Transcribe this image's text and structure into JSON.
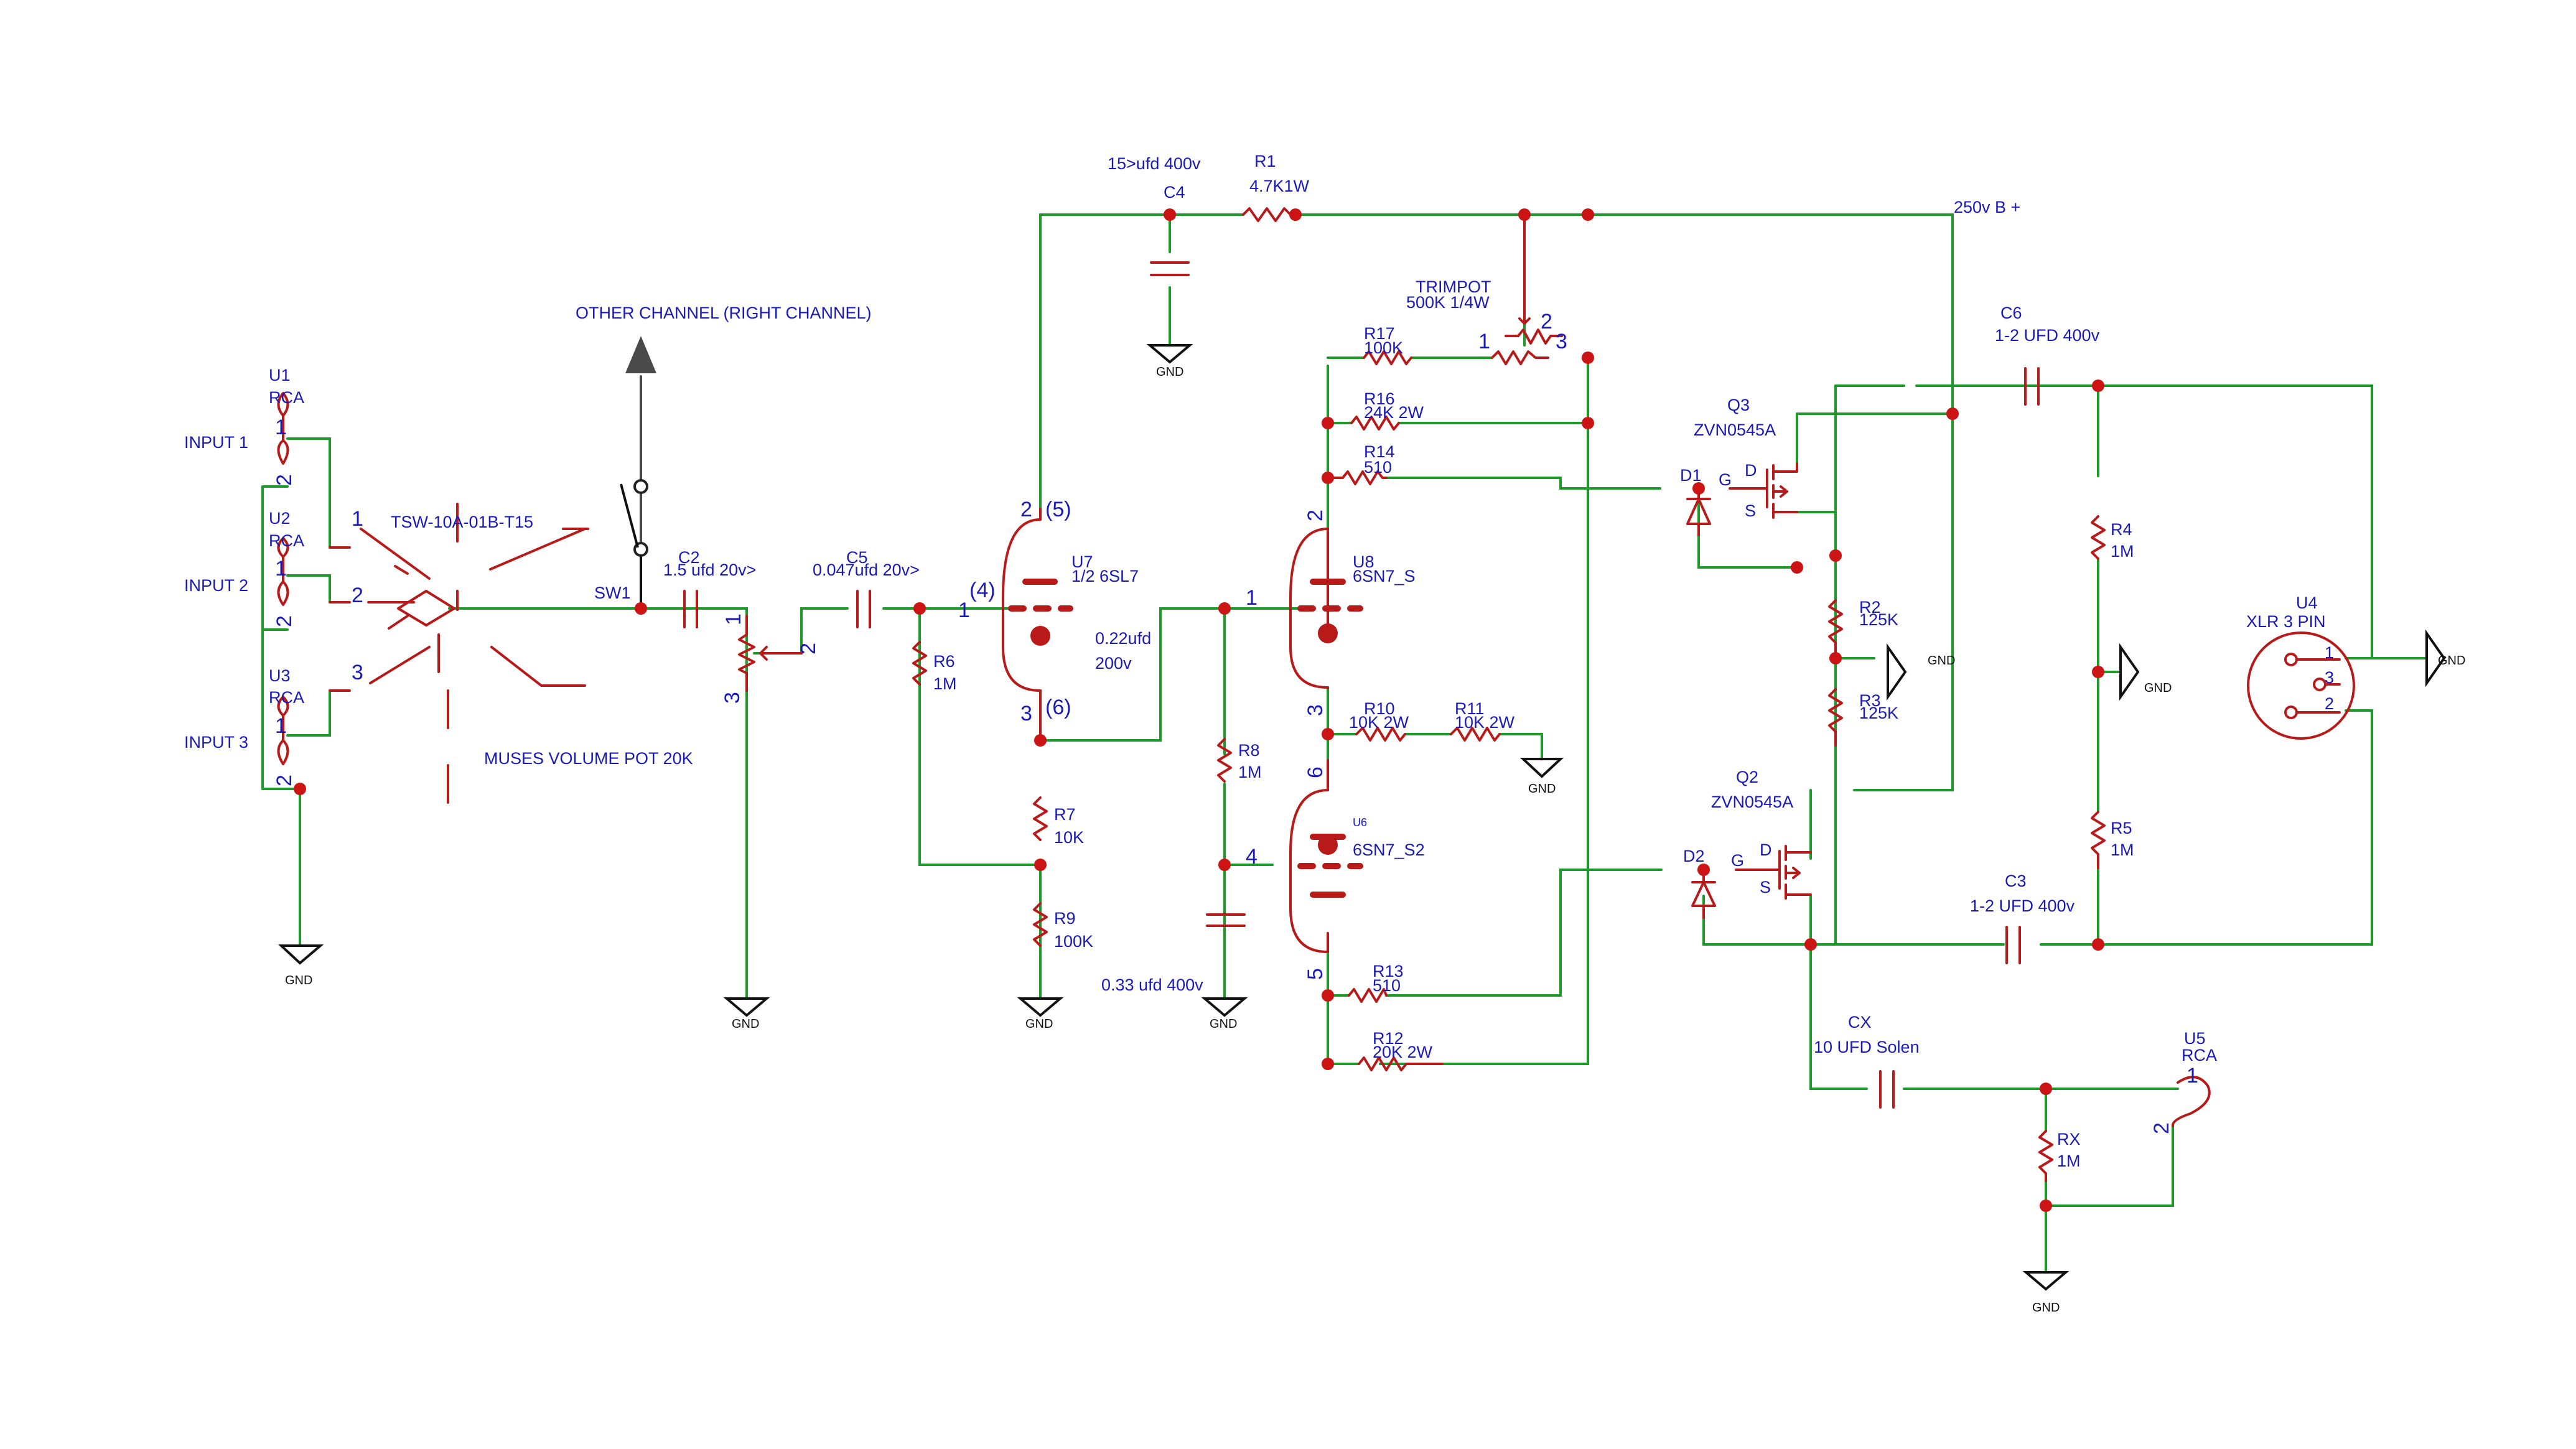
{
  "title_arrow": "OTHER CHANNEL (RIGHT CHANNEL)",
  "supply": "250v B +",
  "trimpot": {
    "name": "TRIMPOT",
    "value": "500K 1/4W",
    "pin1": "1",
    "pin2": "2",
    "pin3": "3"
  },
  "inputs": {
    "u1": {
      "ref": "U1",
      "type": "RCA",
      "label": "INPUT 1"
    },
    "u2": {
      "ref": "U2",
      "type": "RCA",
      "label": "INPUT 2"
    },
    "u3": {
      "ref": "U3",
      "type": "RCA",
      "label": "INPUT 3"
    },
    "pin1": "1",
    "pin2": "2"
  },
  "switch": {
    "part": "TSW-10A-01B-T15",
    "ref": "SW1",
    "pin1": "1",
    "pin2": "2",
    "pin3": "3"
  },
  "pot": {
    "label": "MUSES VOLUME POT 20K",
    "pin1": "1",
    "pin2": "2",
    "pin3": "3"
  },
  "caps": {
    "c2": {
      "ref": "C2",
      "value": "1.5 ufd 20v>"
    },
    "c5": {
      "ref": "C5",
      "value": "0.047ufd 20v>"
    },
    "c4": {
      "ref": "C4",
      "value": "15>ufd 400v"
    },
    "c6": {
      "ref": "C6",
      "value": "1-2 UFD 400v"
    },
    "c3": {
      "ref": "C3",
      "value": "1-2 UFD 400v"
    },
    "cx": {
      "ref": "CX",
      "value": "10 UFD Solen"
    },
    "coupling_value": "0.22ufd",
    "coupling_voltage": "200v",
    "bypass": "0.33 ufd 400v"
  },
  "resistors": {
    "r1": {
      "ref": "R1",
      "value": "4.7K1W"
    },
    "r17": {
      "ref": "R17",
      "value": "100K"
    },
    "r16": {
      "ref": "R16",
      "value": "24K 2W"
    },
    "r14": {
      "ref": "R14",
      "value": "510"
    },
    "r6": {
      "ref": "R6",
      "value": "1M"
    },
    "r7": {
      "ref": "R7",
      "value": "10K"
    },
    "r9": {
      "ref": "R9",
      "value": "100K"
    },
    "r8": {
      "ref": "R8",
      "value": "1M"
    },
    "r10": {
      "ref": "R10",
      "value": "10K 2W"
    },
    "r11": {
      "ref": "R11",
      "value": "10K 2W"
    },
    "r13": {
      "ref": "R13",
      "value": "510"
    },
    "r12": {
      "ref": "R12",
      "value": "20K 2W"
    },
    "r2": {
      "ref": "R2",
      "value": "125K"
    },
    "r3": {
      "ref": "R3",
      "value": "125K"
    },
    "r4": {
      "ref": "R4",
      "value": "1M"
    },
    "r5": {
      "ref": "R5",
      "value": "1M"
    },
    "rx": {
      "ref": "RX",
      "value": "1M"
    }
  },
  "tubes": {
    "u7": {
      "ref": "U7",
      "type": "1/2 6SL7",
      "pin5": "(5)",
      "pin4": "(4)",
      "pin6": "(6)",
      "n2": "2",
      "n1": "1",
      "n3": "3"
    },
    "u8": {
      "ref": "U8",
      "type": "6SN7_S",
      "n2": "2",
      "n1": "1",
      "n3": "3"
    },
    "u6": {
      "ref": "U6",
      "type": "6SN7_S2",
      "n6": "6",
      "n4": "4",
      "n5": "5"
    }
  },
  "mosfets": {
    "q3": {
      "ref": "Q3",
      "type": "ZVN0545A"
    },
    "q2": {
      "ref": "Q2",
      "type": "ZVN0545A"
    },
    "g": "G",
    "d": "D",
    "s": "S"
  },
  "diodes": {
    "d1": "D1",
    "d2": "D2"
  },
  "xlr": {
    "ref": "U4",
    "type": "XLR 3 PIN",
    "p1": "1",
    "p2": "2",
    "p3": "3"
  },
  "output_rca": {
    "ref": "U5",
    "type": "RCA",
    "p1": "1",
    "p2": "2"
  },
  "gnd": "GND",
  "colors": {
    "wire": "#1c9a2a",
    "part": "#b81a1a",
    "text": "#1a1ab8",
    "junction": "#cc1414"
  }
}
